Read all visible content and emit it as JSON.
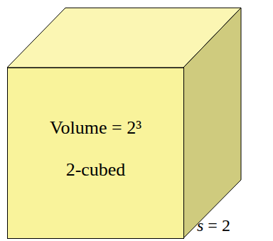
{
  "diagram": {
    "nodes": [
      {
        "text": [
          "Volume = 2³",
          "2-cubed"
        ]
      }
    ],
    "labels": [
      "s = 2"
    ]
  }
}
